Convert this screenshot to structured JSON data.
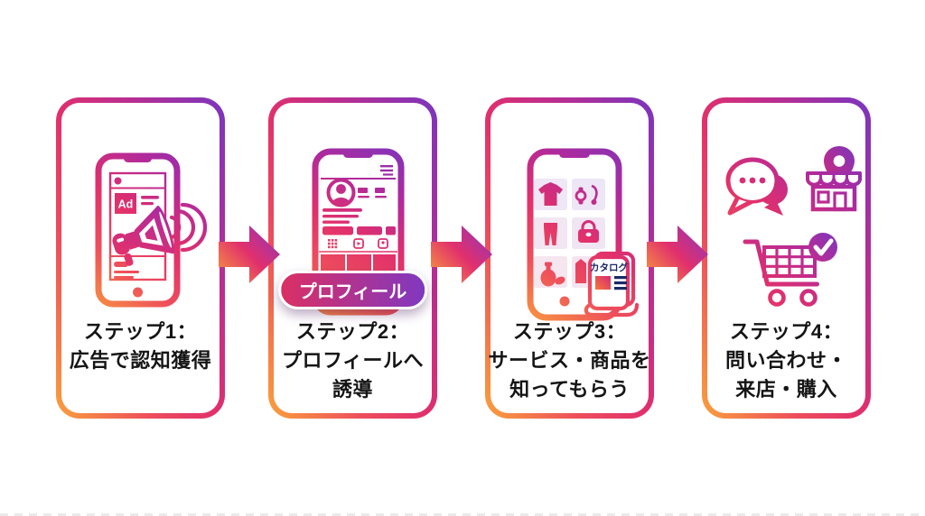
{
  "palette": {
    "gradient_orange": "#F9A13B",
    "gradient_pink": "#E1306C",
    "gradient_purple": "#7B35BE",
    "badge_gradient_left": "#DB2F63",
    "badge_gradient_right": "#8038C0",
    "title_color": "#151515",
    "catalog_text_color": "#1B2A66",
    "background": "#FFFFFF"
  },
  "steps": [
    {
      "number": 1,
      "title_lines": [
        "ステップ1：",
        "広告で認知獲得"
      ],
      "icon": "smartphone-ad-megaphone",
      "ad_label": "Ad"
    },
    {
      "number": 2,
      "title_lines": [
        "ステップ2：",
        "プロフィールへ",
        "誘導"
      ],
      "icon": "smartphone-instagram-profile",
      "badge_label": "プロフィール"
    },
    {
      "number": 3,
      "title_lines": [
        "ステップ3：",
        "サービス・商品を",
        "知ってもらう"
      ],
      "icon": "smartphone-product-grid-catalog",
      "catalog_label": "カタログ"
    },
    {
      "number": 4,
      "title_lines": [
        "ステップ4：",
        "問い合わせ・",
        "来店・購入"
      ],
      "icon": "chat-store-cart"
    }
  ],
  "arrows": {
    "count": 3,
    "direction": "right"
  }
}
